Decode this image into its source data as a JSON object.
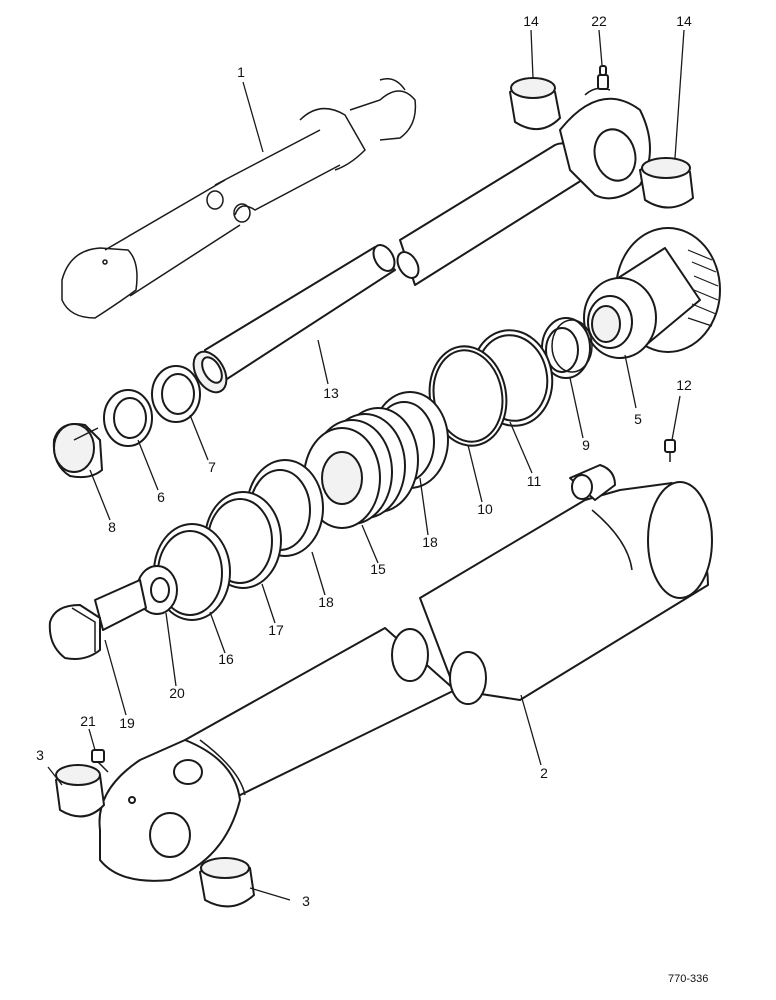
{
  "callouts": {
    "c1": "1",
    "c2": "2",
    "c3a": "3",
    "c3b": "3",
    "c5": "5",
    "c6": "6",
    "c7": "7",
    "c8": "8",
    "c9": "9",
    "c10": "10",
    "c11": "11",
    "c12": "12",
    "c13": "13",
    "c14a": "14",
    "c14b": "14",
    "c15": "15",
    "c16": "16",
    "c17": "17",
    "c18a": "18",
    "c18b": "18",
    "c19": "19",
    "c20": "20",
    "c21": "21",
    "c22": "22"
  },
  "reference_code": "770-336"
}
